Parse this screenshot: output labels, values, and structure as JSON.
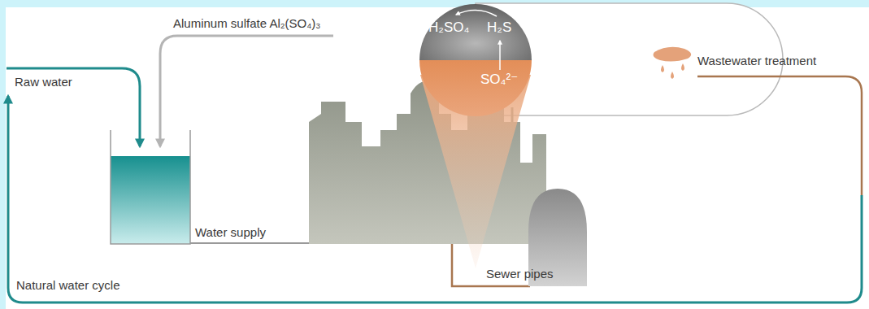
{
  "diagram": {
    "nodes": [
      {
        "text": [
          "H₂SO₄",
          "H₂S",
          "SO₄²⁻"
        ]
      }
    ],
    "labels": [
      "Raw water",
      "Aluminum sulfate Al₂(SO₄)₃",
      "Water supply",
      "Sewer pipes",
      "Wastewater treatment",
      "Natural water cycle"
    ]
  }
}
